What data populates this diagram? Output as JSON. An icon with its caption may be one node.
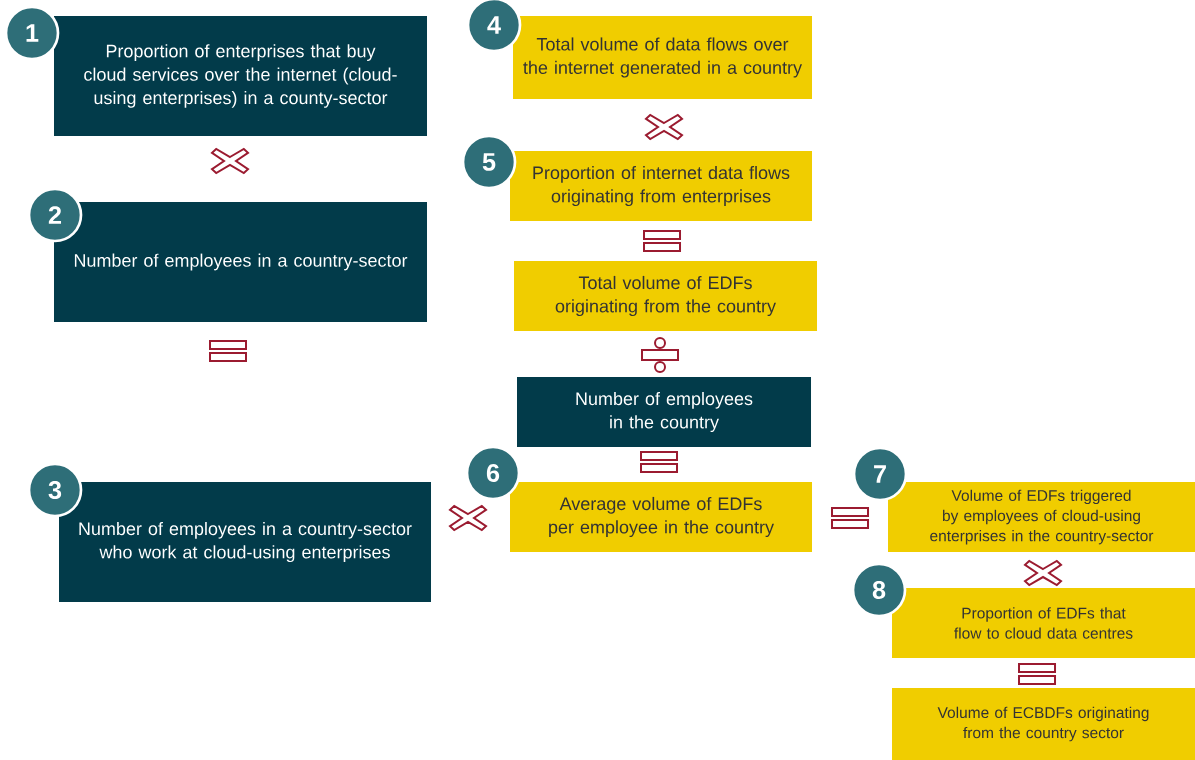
{
  "diagram": {
    "nodes": [
      {
        "text": [
          "1"
        ]
      },
      {
        "text": [
          "Proportion of enterprises that buy cloud services over the internet (cloud-using enterprises) in a county-sector"
        ]
      },
      {
        "text": [
          "2"
        ]
      },
      {
        "text": [
          "Number of employees in a country-sector"
        ]
      },
      {
        "text": [
          "3"
        ]
      },
      {
        "text": [
          "Number of employees in a country-sector who work at cloud-using enterprises"
        ]
      },
      {
        "text": [
          "4"
        ]
      },
      {
        "text": [
          "Total volume of data flows over the internet generated in a country"
        ]
      },
      {
        "text": [
          "5"
        ]
      },
      {
        "text": [
          "Proportion of internet data flows originating from enterprises"
        ]
      },
      {
        "text": [
          "Total volume of EDFs originating from the country"
        ]
      },
      {
        "text": [
          "Number of employees in the country"
        ]
      },
      {
        "text": [
          "6"
        ]
      },
      {
        "text": [
          "Average volume of EDFs per employee in the country"
        ]
      },
      {
        "text": [
          "7"
        ]
      },
      {
        "text": [
          "Volume of EDFs triggered by employees of cloud-using enterprises in the country-sector"
        ]
      },
      {
        "text": [
          "8"
        ]
      },
      {
        "text": [
          "Proportion of EDFs that flow to cloud data centres"
        ]
      },
      {
        "text": [
          "Volume of ECBDFs originating from the country sector"
        ]
      }
    ]
  }
}
